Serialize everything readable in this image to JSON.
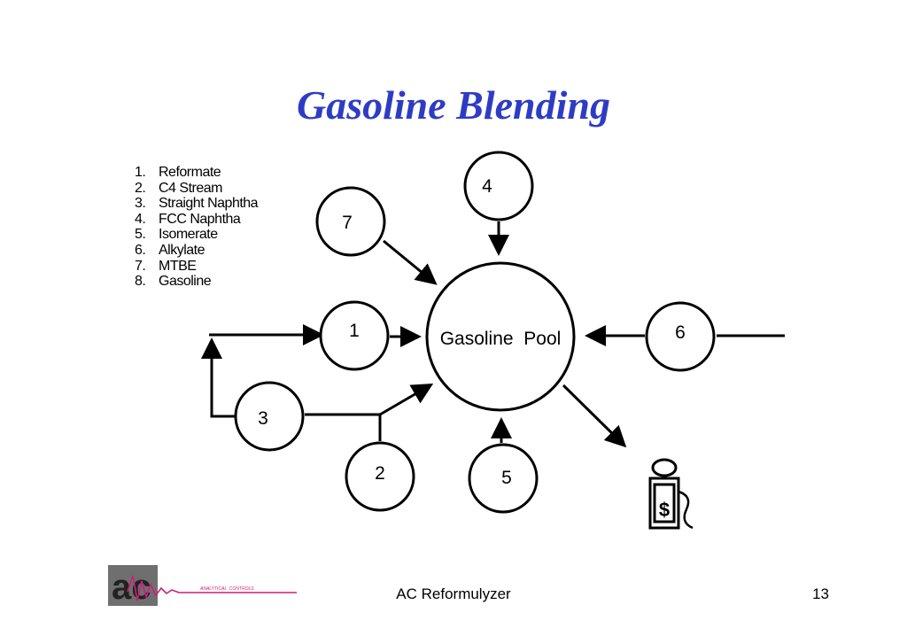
{
  "title": "Gasoline Blending",
  "legend": [
    {
      "num": "1.",
      "text": "Reformate"
    },
    {
      "num": "2.",
      "text": "C4  Stream"
    },
    {
      "num": "3.",
      "text": "Straight  Naphtha"
    },
    {
      "num": "4.",
      "text": "FCC  Naphtha"
    },
    {
      "num": "5.",
      "text": "Isomerate"
    },
    {
      "num": "6.",
      "text": "Alkylate"
    },
    {
      "num": "7.",
      "text": "MTBE"
    },
    {
      "num": "8.",
      "text": "Gasoline"
    }
  ],
  "pool_label": "Gasoline  Pool",
  "nodes": {
    "n1": "1",
    "n2": "2",
    "n3": "3",
    "n4": "4",
    "n5": "5",
    "n6": "6",
    "n7": "7"
  },
  "pump_symbol": "$",
  "logo": {
    "letters": "ac",
    "tagline": "ANALYTICAL  CONTROLS"
  },
  "footer": {
    "center": "AC Reformulyzer",
    "page": "13"
  },
  "colors": {
    "title": "#2e3cc4",
    "logo_accent": "#cc1f7a"
  },
  "icons": [
    "gas-pump-icon",
    "company-logo"
  ]
}
